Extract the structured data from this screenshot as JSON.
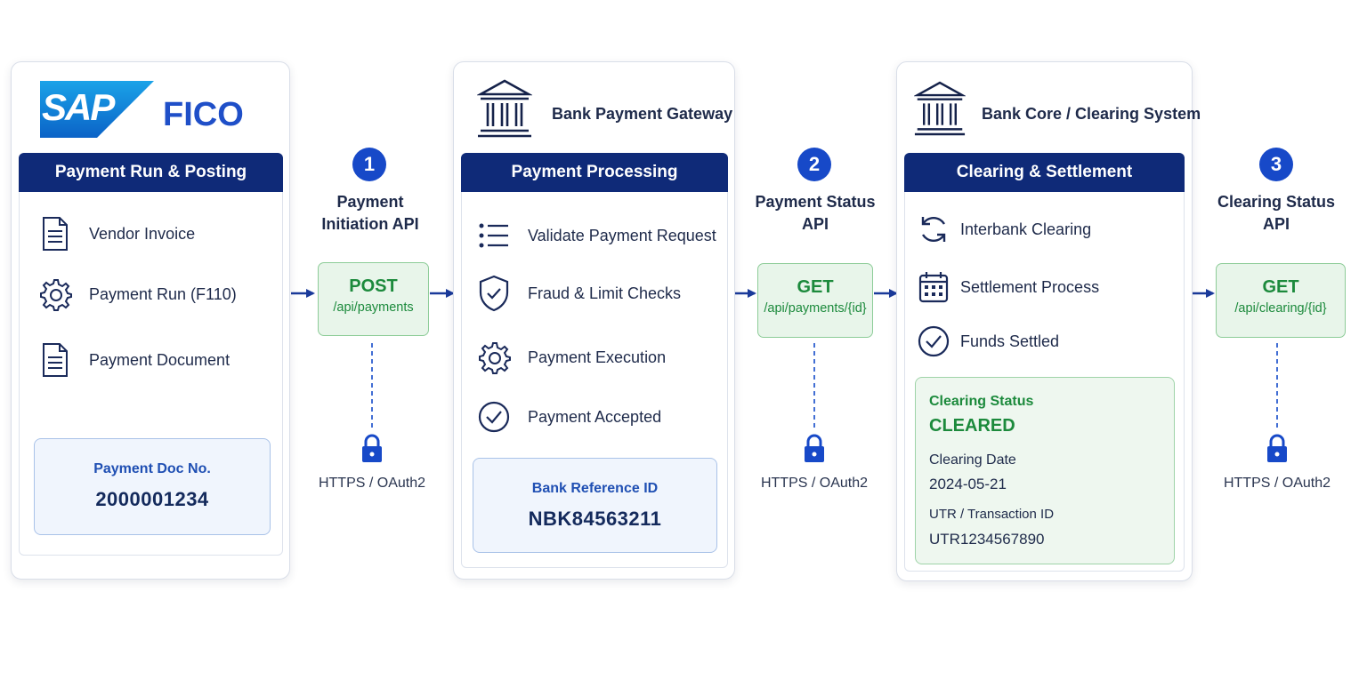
{
  "colors": {
    "navy_header": "#0f2a78",
    "accent_blue": "#1749c8",
    "api_green": "#1c8a3c",
    "api_bg": "#e8f5ea",
    "ref_bg": "#f0f5fd"
  },
  "sap": {
    "logo_text": "SAP",
    "module": "FICO",
    "section_header": "Payment Run & Posting",
    "items": [
      {
        "icon": "document-icon",
        "label": "Vendor Invoice"
      },
      {
        "icon": "gear-icon",
        "label": "Payment Run (F110)"
      },
      {
        "icon": "document-icon",
        "label": "Payment Document"
      }
    ],
    "ref": {
      "title": "Payment Doc No.",
      "value": "2000001234"
    }
  },
  "gateway": {
    "title": "Bank Payment Gateway",
    "icon": "bank-icon",
    "section_header": "Payment Processing",
    "items": [
      {
        "icon": "checklist-icon",
        "label": "Validate Payment Request"
      },
      {
        "icon": "shield-check-icon",
        "label": "Fraud & Limit Checks"
      },
      {
        "icon": "gear-icon",
        "label": "Payment Execution"
      },
      {
        "icon": "check-circle-icon",
        "label": "Payment Accepted"
      }
    ],
    "ref": {
      "title": "Bank Reference ID",
      "value": "NBK84563211"
    }
  },
  "core": {
    "title": "Bank Core / Clearing System",
    "icon": "bank-icon",
    "section_header": "Clearing & Settlement",
    "items": [
      {
        "icon": "refresh-icon",
        "label": "Interbank Clearing"
      },
      {
        "icon": "calendar-icon",
        "label": "Settlement Process"
      },
      {
        "icon": "check-circle-icon",
        "label": "Funds Settled"
      }
    ],
    "status": {
      "title": "Clearing Status",
      "value": "CLEARED",
      "date_label": "Clearing Date",
      "date_value": "2024-05-21",
      "utr_label": "UTR / Transaction ID",
      "utr_value": "UTR1234567890"
    }
  },
  "apis": [
    {
      "step": "1",
      "line1": "Payment",
      "line2": "Initiation API",
      "method": "POST",
      "path": "/api/payments",
      "security": "HTTPS / OAuth2"
    },
    {
      "step": "2",
      "line1": "Payment Status",
      "line2": "API",
      "method": "GET",
      "path": "/api/payments/{id}",
      "security": "HTTPS / OAuth2"
    },
    {
      "step": "3",
      "line1": "Clearing Status",
      "line2": "API",
      "method": "GET",
      "path": "/api/clearing/{id}",
      "security": "HTTPS / OAuth2"
    }
  ]
}
